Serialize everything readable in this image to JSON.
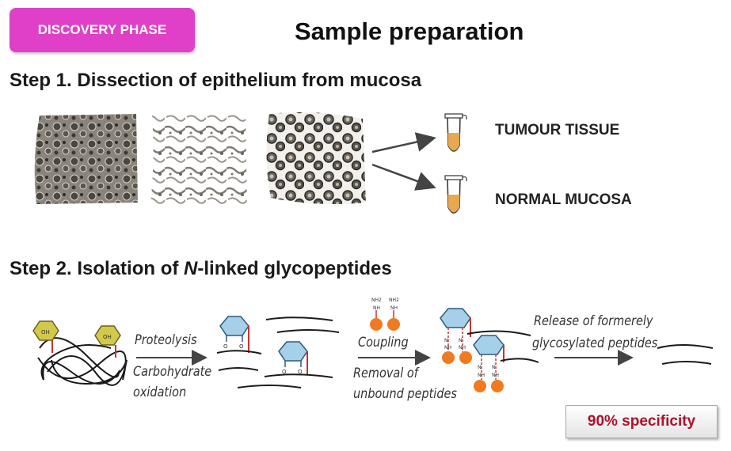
{
  "header": {
    "badge": "DISCOVERY PHASE",
    "title": "Sample preparation"
  },
  "step1": {
    "title": "Step 1. Dissection of epithelium from mucosa",
    "samples": [
      "TUMOUR TISSUE",
      "NORMAL MUCOSA"
    ]
  },
  "step2": {
    "title_before": "Step 2. Isolation of ",
    "title_italic": "N",
    "title_after": "-linked glycopeptides",
    "labels": {
      "proteolysis": "Proteolysis",
      "carbohydrate": "Carbohydrate",
      "oxidation": "oxidation",
      "coupling": "Coupling",
      "removal": "Removal of",
      "unbound": "unbound peptides",
      "release1": "Release of formerely",
      "release2": "glycosylated peptides"
    },
    "chem": {
      "oh": "OH",
      "nh2": "NH2",
      "nh": "NH",
      "n": "N",
      "o": "O"
    }
  },
  "footer": {
    "specificity": "90% specificity"
  },
  "colors": {
    "badge": "#e040c8",
    "specificity_text": "#b0102a",
    "bead": "#f07a20",
    "sugar": "#a6d0ea",
    "sugar_yellow": "#d2c84a",
    "linker": "#d03030",
    "tube_fill": "#e8a850"
  }
}
